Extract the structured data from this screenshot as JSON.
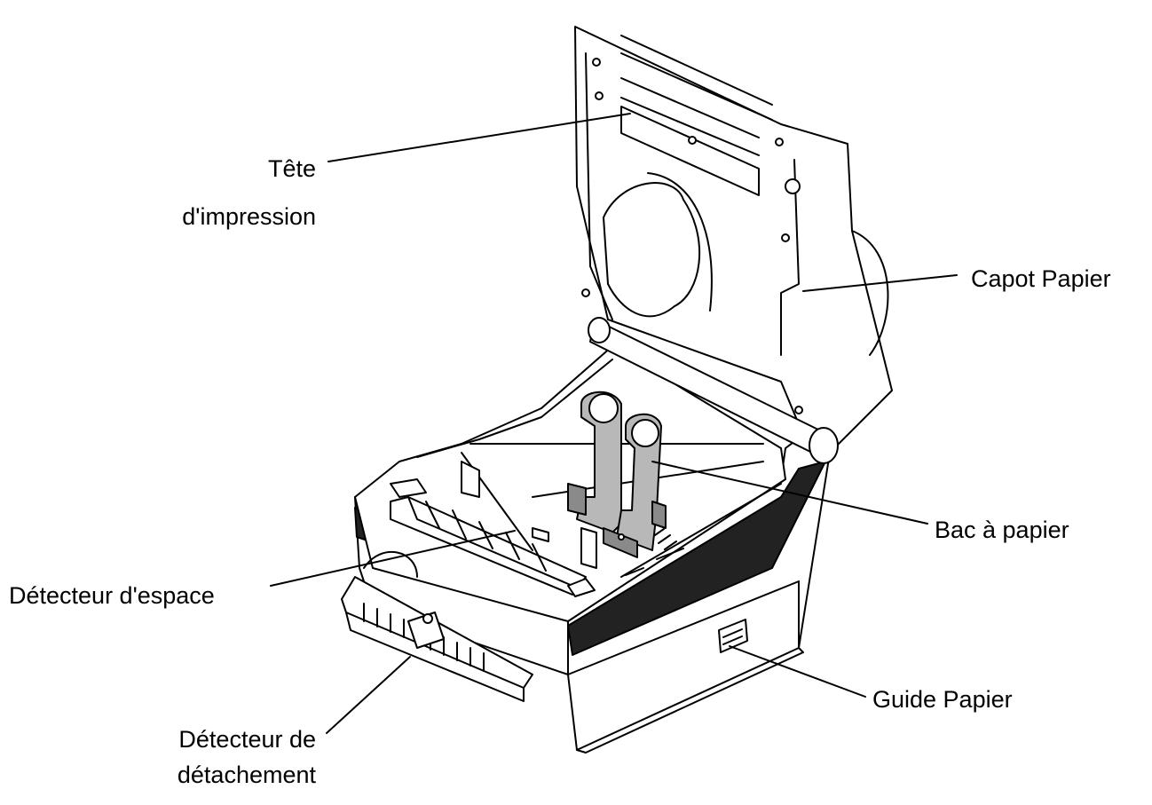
{
  "colors": {
    "outline": "#000000",
    "fill": "#ffffff",
    "dark_trim": "#222222",
    "holder_gray": "#b8b8b8",
    "holder_dark": "#8a8a8a"
  },
  "illustration": "thermal-label-printer-open",
  "labels": {
    "print_head": [
      "Tête",
      "d'impression"
    ],
    "paper_cover": "Capot Papier",
    "paper_holder": "Bac à papier",
    "gap_sensor": "Détecteur d'espace",
    "paper_guide": "Guide Papier",
    "peel_sensor": [
      "Détecteur de",
      "détachement"
    ]
  }
}
